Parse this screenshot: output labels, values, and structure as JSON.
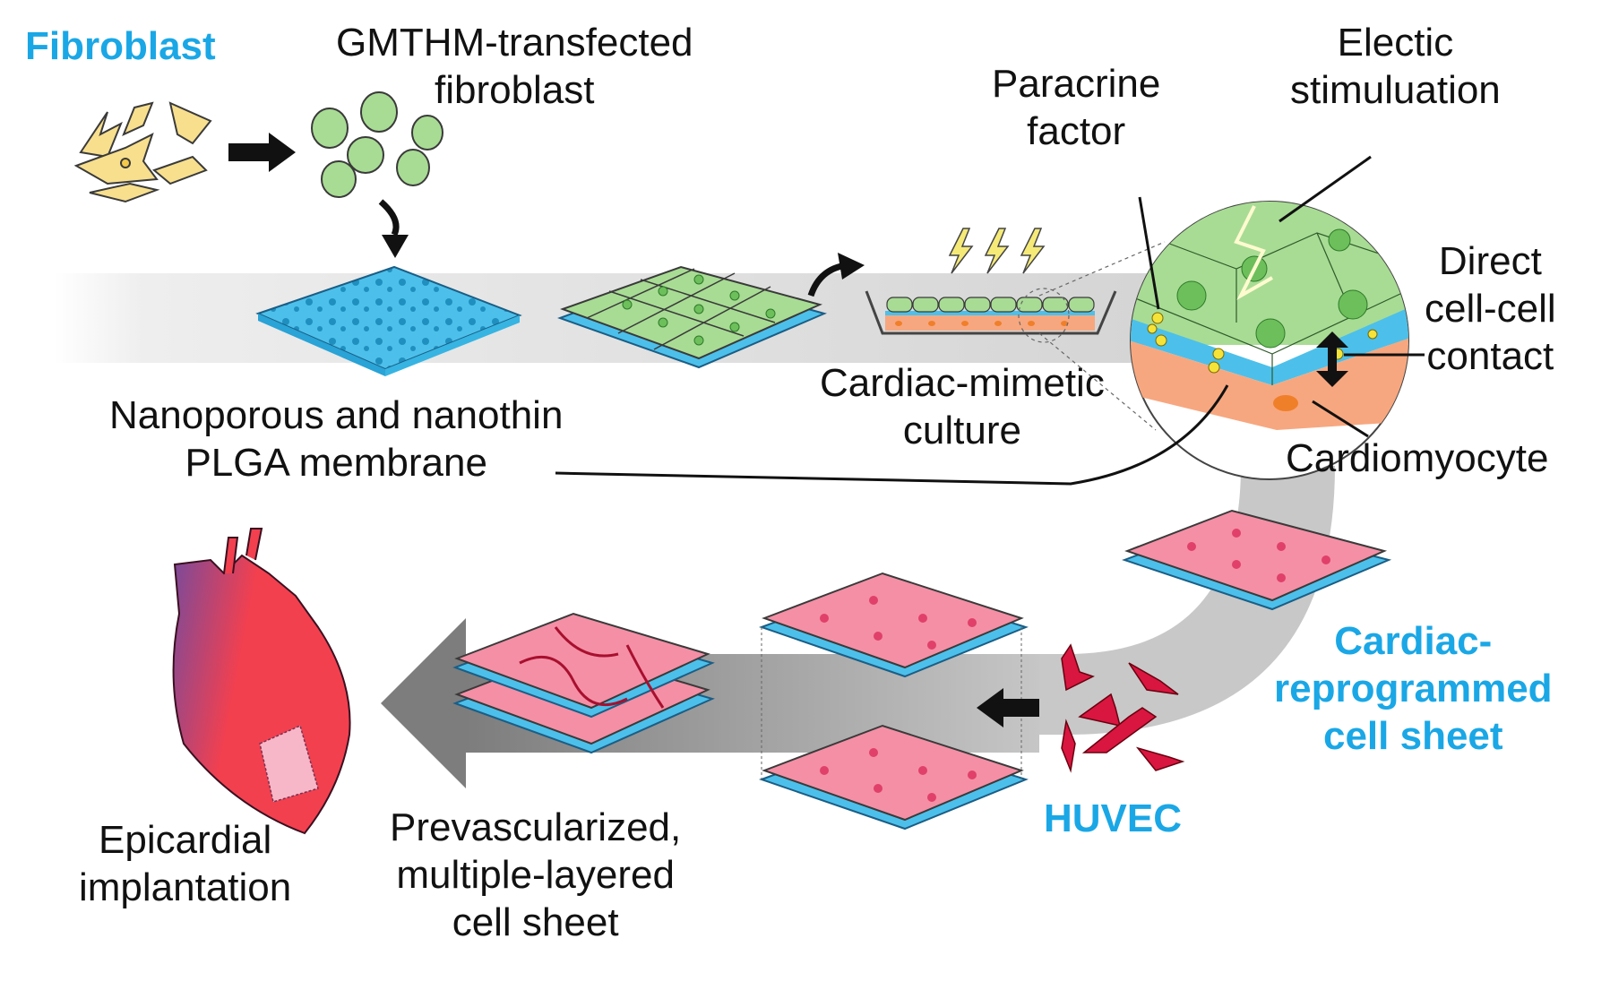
{
  "figure": {
    "labels": {
      "fibroblast": "Fibroblast",
      "gmthm_line1": "GMTHM-transfected",
      "gmthm_line2": "fibroblast",
      "membrane_line1": "Nanoporous and nanothin",
      "membrane_line2": "PLGA membrane",
      "culture_line1": "Cardiac-mimetic",
      "culture_line2": "culture",
      "paracrine_line1": "Paracrine",
      "paracrine_line2": "factor",
      "electric_line1": "Electic",
      "electric_line2": "stimuluation",
      "contact_line1": "Direct",
      "contact_line2": "cell-cell",
      "contact_line3": "contact",
      "cardiomyocyte": "Cardiomyocyte",
      "reprogrammed_line1": "Cardiac-",
      "reprogrammed_line2": "reprogrammed",
      "reprogrammed_line3": "cell sheet",
      "huvec": "HUVEC",
      "prevasc_line1": "Prevascularized,",
      "prevasc_line2": "multiple-layered",
      "prevasc_line3": "cell sheet",
      "implant_line1": "Epicardial",
      "implant_line2": "implantation"
    },
    "colors": {
      "accent_blue": "#1aa7e6",
      "fibroblast_yellow": "#f7df8e",
      "transfected_green": "#a8dc94",
      "membrane_blue": "#4cc0ea",
      "cardiomyocyte_orange": "#f7a77f",
      "reprogrammed_pink": "#f48fa6",
      "huvec_red": "#d9163f",
      "heart_red": "#f2404f",
      "heart_purple": "#7a4a9a",
      "flow_gray": "#c8c8c8",
      "flow_dark_gray": "#8a8a8a"
    }
  }
}
